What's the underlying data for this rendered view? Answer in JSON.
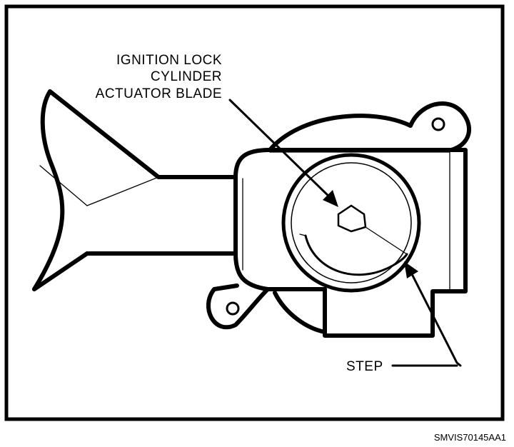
{
  "labels": {
    "ignition_line1": "IGNITION LOCK",
    "ignition_line2": "CYLINDER",
    "ignition_line3": "ACTUATOR BLADE",
    "step": "STEP"
  },
  "figure_code": "SMVIS70145AA1"
}
